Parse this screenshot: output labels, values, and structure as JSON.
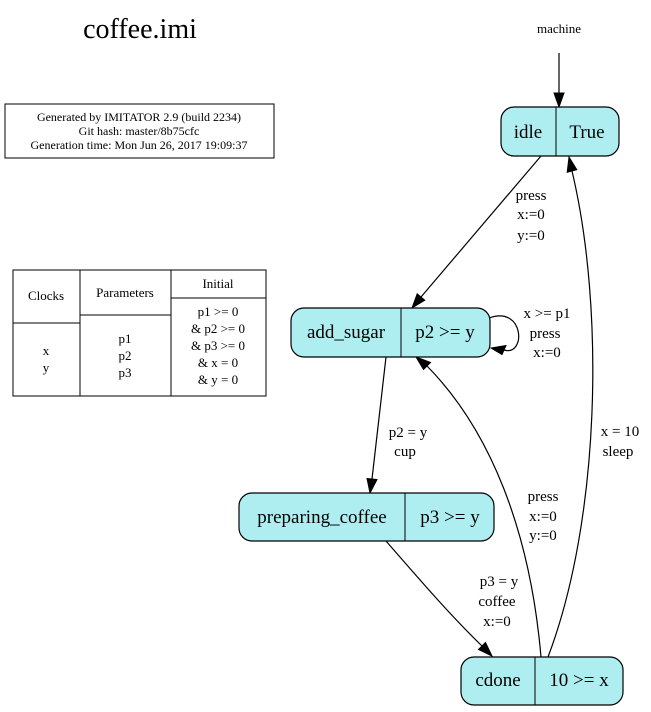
{
  "title": "coffee.imi",
  "info": [
    "Generated by IMITATOR 2.9 (build 2234)",
    "Git hash: master/8b75cfc",
    "Generation time: Mon Jun 26, 2017 19:09:37"
  ],
  "table": {
    "clocks_header": "Clocks",
    "parameters_header": "Parameters",
    "initial_header": "Initial",
    "clocks": [
      "x",
      "y"
    ],
    "parameters": [
      "p1",
      "p2",
      "p3"
    ],
    "initial": [
      "p1 >= 0",
      "& p2 >= 0",
      "& p3 >= 0",
      "& x = 0",
      "& y = 0"
    ]
  },
  "automaton_name": "machine",
  "states": {
    "idle": {
      "name": "idle",
      "invariant": "True"
    },
    "add_sugar": {
      "name": "add_sugar",
      "invariant": "p2 >= y"
    },
    "preparing_coffee": {
      "name": "preparing_coffee",
      "invariant": "p3 >= y"
    },
    "cdone": {
      "name": "cdone",
      "invariant": "10 >= x"
    }
  },
  "transitions": {
    "idle_to_add_sugar": [
      "press",
      "x:=0",
      "y:=0"
    ],
    "add_sugar_self": [
      "x >= p1",
      "press",
      "x:=0"
    ],
    "add_sugar_to_preparing": [
      "p2 = y",
      "cup"
    ],
    "preparing_to_cdone": [
      "p3 = y",
      "coffee",
      "x:=0"
    ],
    "cdone_to_add_sugar": [
      "press",
      "x:=0",
      "y:=0"
    ],
    "cdone_to_idle": [
      "x = 10",
      "sleep"
    ]
  },
  "colors": {
    "state_fill": "#aeeef0"
  }
}
